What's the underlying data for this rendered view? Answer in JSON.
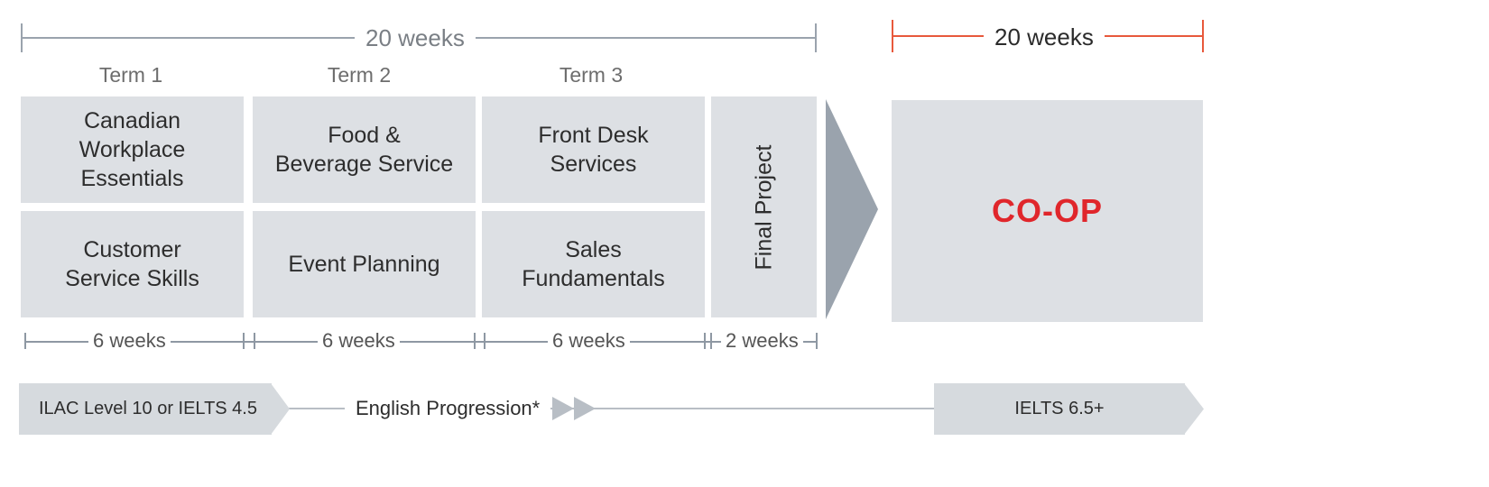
{
  "phases": {
    "study_span": "20 weeks",
    "coop_span": "20 weeks"
  },
  "terms": [
    {
      "label": "Term 1"
    },
    {
      "label": "Term 2"
    },
    {
      "label": "Term 3"
    }
  ],
  "courses": {
    "term1_top": "Canadian\nWorkplace\nEssentials",
    "term1_bottom": "Customer\nService Skills",
    "term2_top": "Food &\nBeverage Service",
    "term2_bottom": "Event Planning",
    "term3_top": "Front Desk\nServices",
    "term3_bottom": "Sales\nFundamentals",
    "final": "Final Project"
  },
  "durations": [
    "6 weeks",
    "6 weeks",
    "6 weeks",
    "2 weeks"
  ],
  "coop": {
    "label": "CO-OP",
    "color": "#e0262b"
  },
  "english": {
    "start": "ILAC Level 10 or IELTS 4.5",
    "progression": "English Progression*",
    "end": "IELTS 6.5+"
  },
  "colors": {
    "box": "#dde0e4",
    "arrow": "#9aa3ad",
    "coop_bracket": "#e8593c"
  }
}
